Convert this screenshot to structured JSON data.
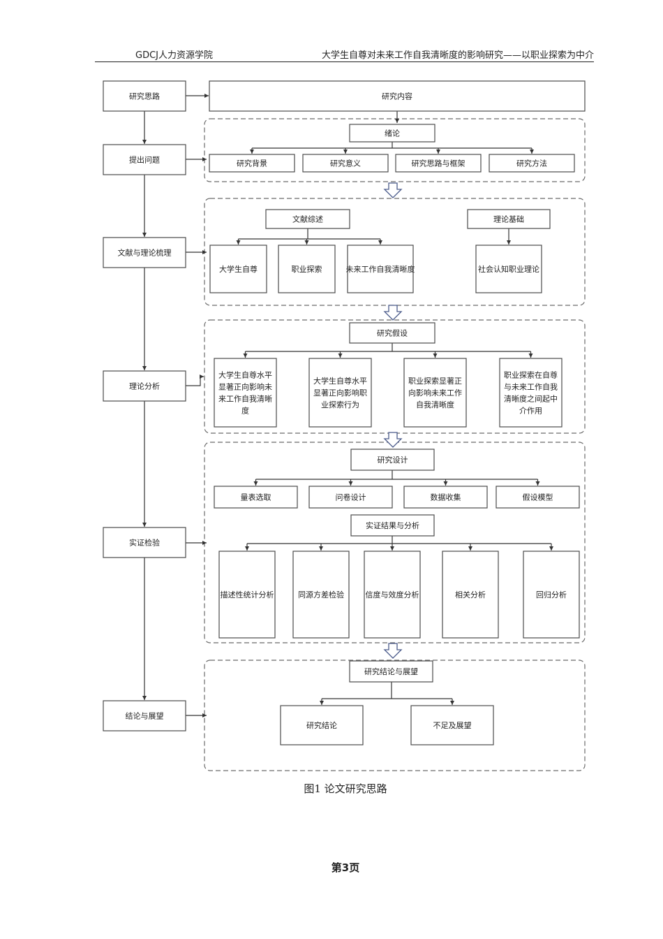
{
  "header": {
    "left": "GDCJ人力资源学院",
    "right": "大学生自尊对未来工作自我清晰度的影响研究——以职业探索为中介"
  },
  "left_column": [
    "研究思路",
    "提出问题",
    "文献与理论梳理",
    "理论分析",
    "实证检验",
    "结论与展望"
  ],
  "research_content": "研究内容",
  "intro": {
    "title": "绪论",
    "items": [
      "研究背景",
      "研究意义",
      "研究思路与框架",
      "研究方法"
    ]
  },
  "literature": {
    "title": "文献综述",
    "items": [
      "大学生自尊",
      "职业探索",
      "未来工作自我清晰度"
    ],
    "theory_title": "理论基础",
    "theory_items": [
      "社会认知职业理论"
    ]
  },
  "hypothesis": {
    "title": "研究假设",
    "items": [
      "大学生自尊水平显著正向影响未来工作自我清晰度",
      "大学生自尊水平显著正向影响职业探索行为",
      "职业探索显著正向影响未来工作自我清晰度",
      "职业探索在自尊与未来工作自我清晰度之间起中介作用"
    ]
  },
  "design": {
    "title": "研究设计",
    "items": [
      "量表选取",
      "问卷设计",
      "数据收集",
      "假设模型"
    ]
  },
  "empirical": {
    "title": "实证结果与分析",
    "items": [
      "描述性统计分析",
      "同源方差检验",
      "信度与效度分析",
      "相关分析",
      "回归分析"
    ]
  },
  "conclusion": {
    "title": "研究结论与展望",
    "items": [
      "研究结论",
      "不足及展望"
    ]
  },
  "caption": "图1  论文研究思路",
  "page_number": "第3页"
}
